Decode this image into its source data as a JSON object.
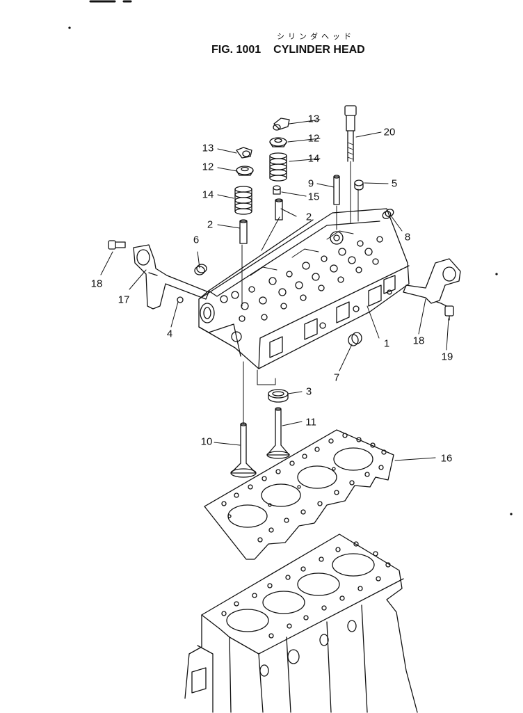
{
  "header": {
    "kana": "シリンダヘッド",
    "figure_number": "FIG. 1001",
    "figure_title": "CYLINDER HEAD"
  },
  "callouts": [
    {
      "id": "c1",
      "text": "1"
    },
    {
      "id": "c2a",
      "text": "2"
    },
    {
      "id": "c2b",
      "text": "2"
    },
    {
      "id": "c3",
      "text": "3"
    },
    {
      "id": "c4",
      "text": "4"
    },
    {
      "id": "c5",
      "text": "5"
    },
    {
      "id": "c6",
      "text": "6"
    },
    {
      "id": "c7",
      "text": "7"
    },
    {
      "id": "c8",
      "text": "8"
    },
    {
      "id": "c9",
      "text": "9"
    },
    {
      "id": "c10",
      "text": "10"
    },
    {
      "id": "c11",
      "text": "11"
    },
    {
      "id": "c12a",
      "text": "12"
    },
    {
      "id": "c12b",
      "text": "12"
    },
    {
      "id": "c13a",
      "text": "13"
    },
    {
      "id": "c13b",
      "text": "13"
    },
    {
      "id": "c14a",
      "text": "14"
    },
    {
      "id": "c14b",
      "text": "14"
    },
    {
      "id": "c15",
      "text": "15"
    },
    {
      "id": "c16",
      "text": "16"
    },
    {
      "id": "c17",
      "text": "17"
    },
    {
      "id": "c18a",
      "text": "18"
    },
    {
      "id": "c18b",
      "text": "18"
    },
    {
      "id": "c19",
      "text": "19"
    },
    {
      "id": "c20",
      "text": "20"
    }
  ]
}
